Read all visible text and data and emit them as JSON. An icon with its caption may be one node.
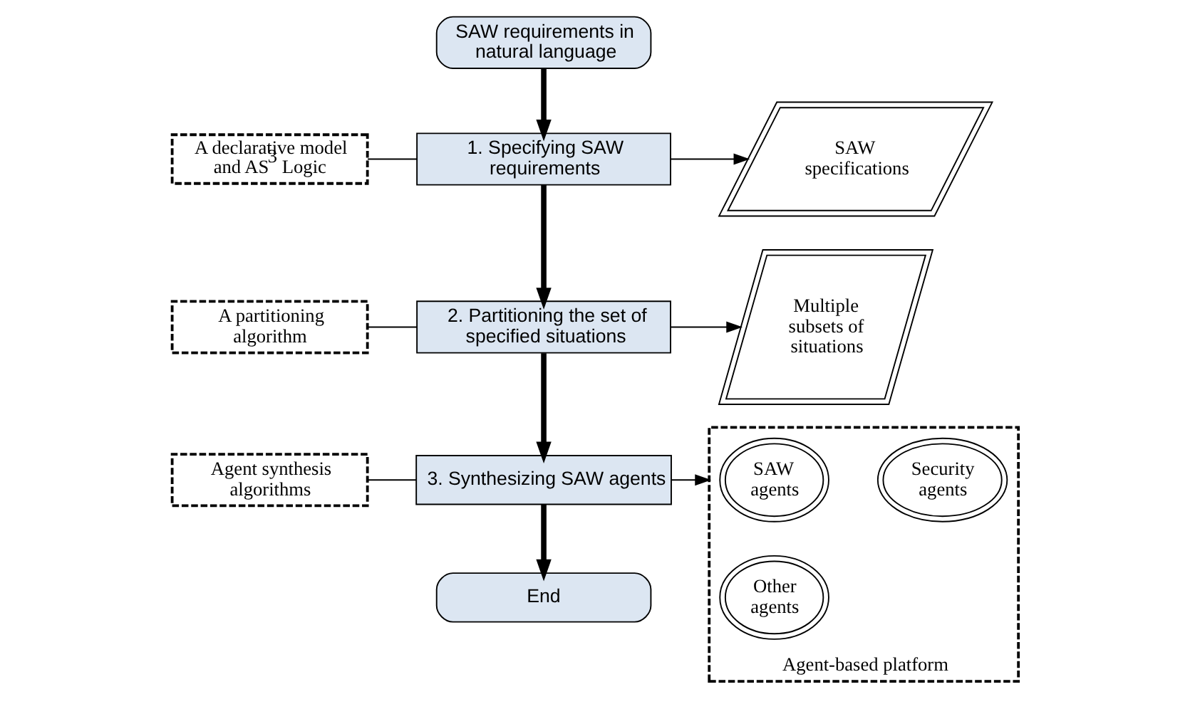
{
  "diagram": {
    "nodes": [
      {
        "text": [
          "SAW requirements in natural language"
        ]
      },
      {
        "text": [
          "A declarative model and AS$^{3}$ Logic"
        ]
      },
      {
        "text": [
          "1. Specifying SAW requirements"
        ]
      },
      {
        "text": [
          "SAW specifications"
        ]
      },
      {
        "text": [
          "A partitioning algorithm"
        ]
      },
      {
        "text": [
          "2. Partitioning the set of specified situations"
        ]
      },
      {
        "text": [
          "Multiple subsets of situations"
        ]
      },
      {
        "text": [
          "Agent synthesis algorithms"
        ]
      },
      {
        "text": [
          "3. Synthesizing SAW agents"
        ]
      },
      {
        "text": [
          "Agent-based platform"
        ]
      },
      {
        "text": [
          "SAW agents"
        ],
        "in": 9
      },
      {
        "text": [
          "Security agents"
        ],
        "in": 9
      },
      {
        "text": [
          "Other agents"
        ],
        "in": 9
      },
      {
        "text": [
          "End"
        ]
      }
    ],
    "edges": [
      {
        "from": 0,
        "to": 2,
        "arrow": "to",
        "style": "thick"
      },
      {
        "from": 1,
        "to": 2,
        "arrow": "none"
      },
      {
        "from": 2,
        "to": 3,
        "arrow": "to"
      },
      {
        "from": 2,
        "to": 5,
        "arrow": "to",
        "style": "thick"
      },
      {
        "from": 4,
        "to": 5,
        "arrow": "none"
      },
      {
        "from": 5,
        "to": 6,
        "arrow": "to"
      },
      {
        "from": 5,
        "to": 8,
        "arrow": "to",
        "style": "thick"
      },
      {
        "from": 7,
        "to": 8,
        "arrow": "none"
      },
      {
        "from": 8,
        "to": 9,
        "arrow": "to"
      },
      {
        "from": 8,
        "to": 13,
        "arrow": "to",
        "style": "thick"
      }
    ]
  }
}
